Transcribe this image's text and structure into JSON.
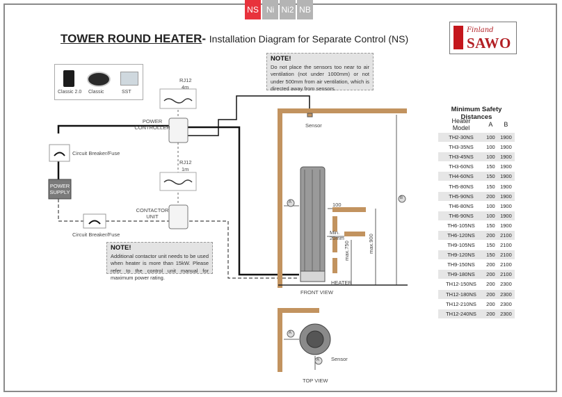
{
  "tabs": [
    {
      "label": "NS",
      "active": true
    },
    {
      "label": "Ni",
      "active": false
    },
    {
      "label": "Ni2",
      "active": false
    },
    {
      "label": "NB",
      "active": false
    }
  ],
  "title": {
    "main": "TOWER ROUND HEATER",
    "dash": "-",
    "sub": "Installation Diagram for Separate Control (NS)"
  },
  "logo": {
    "script": "Finland",
    "brand": "SAWO"
  },
  "note_top": {
    "title": "NOTE!",
    "text": "Do not place the sensors too near to air ventilation (not under 1000mm) or not under 500mm from air ventilation, which is directed away from sensors."
  },
  "note_bottom": {
    "title": "NOTE!",
    "text": "Additional contactor unit needs to be used when heater is more than 15kW. Please refer to the control unit manual for maximum power rating."
  },
  "controls": [
    "Classic 2.0",
    "Classic",
    "SST"
  ],
  "labels": {
    "rj12_top": "RJ12",
    "len_top": "4m",
    "power_controller_1": "POWER",
    "power_controller_2": "CONTROLLER",
    "rj12_mid": "RJ12",
    "len_mid": "1m",
    "contactor_1": "CONTACTOR",
    "contactor_2": "UNIT",
    "power_supply_1": "POWER",
    "power_supply_2": "SUPPLY",
    "breaker_1": "Circuit Breaker/Fuse",
    "breaker_2": "Circuit Breaker/Fuse",
    "sensor_front": "Sensor",
    "sensor_top": "Sensor",
    "dim_100": "100",
    "min_20_1": "Min.",
    "min_20_2": "20mm",
    "max_750": "max.750",
    "max_900": "max.900",
    "heater": "HEATER",
    "front_view": "FRONT VIEW",
    "top_view": "TOP VIEW",
    "a": "A",
    "b": "B"
  },
  "safety_table": {
    "title": "Minimum Safety Distances",
    "headers": [
      "Heater\nModel",
      "A",
      "B"
    ],
    "header_line1": "Heater",
    "header_line2": "Model",
    "rows": [
      [
        "TH2-30NS",
        "100",
        "1900"
      ],
      [
        "TH3-35NS",
        "100",
        "1900"
      ],
      [
        "TH3-45NS",
        "100",
        "1900"
      ],
      [
        "TH3-60NS",
        "150",
        "1900"
      ],
      [
        "TH4-60NS",
        "150",
        "1900"
      ],
      [
        "TH5-80NS",
        "150",
        "1900"
      ],
      [
        "TH5-90NS",
        "200",
        "1900"
      ],
      [
        "TH6-80NS",
        "100",
        "1900"
      ],
      [
        "TH6-90NS",
        "100",
        "1900"
      ],
      [
        "TH6-105NS",
        "150",
        "1900"
      ],
      [
        "TH6-120NS",
        "200",
        "2100"
      ],
      [
        "TH9-105NS",
        "150",
        "2100"
      ],
      [
        "TH9-120NS",
        "150",
        "2100"
      ],
      [
        "TH9-150NS",
        "200",
        "2100"
      ],
      [
        "TH9-180NS",
        "200",
        "2100"
      ],
      [
        "TH12-150NS",
        "200",
        "2300"
      ],
      [
        "TH12-180NS",
        "200",
        "2300"
      ],
      [
        "TH12-210NS",
        "200",
        "2300"
      ],
      [
        "TH12-240NS",
        "200",
        "2300"
      ]
    ]
  },
  "colors": {
    "accent": "#e8323c",
    "inactive_tab": "#b4b4b4",
    "wall": "#c2935f",
    "brand": "#b21f24",
    "note_bg": "#e3e3e3"
  }
}
